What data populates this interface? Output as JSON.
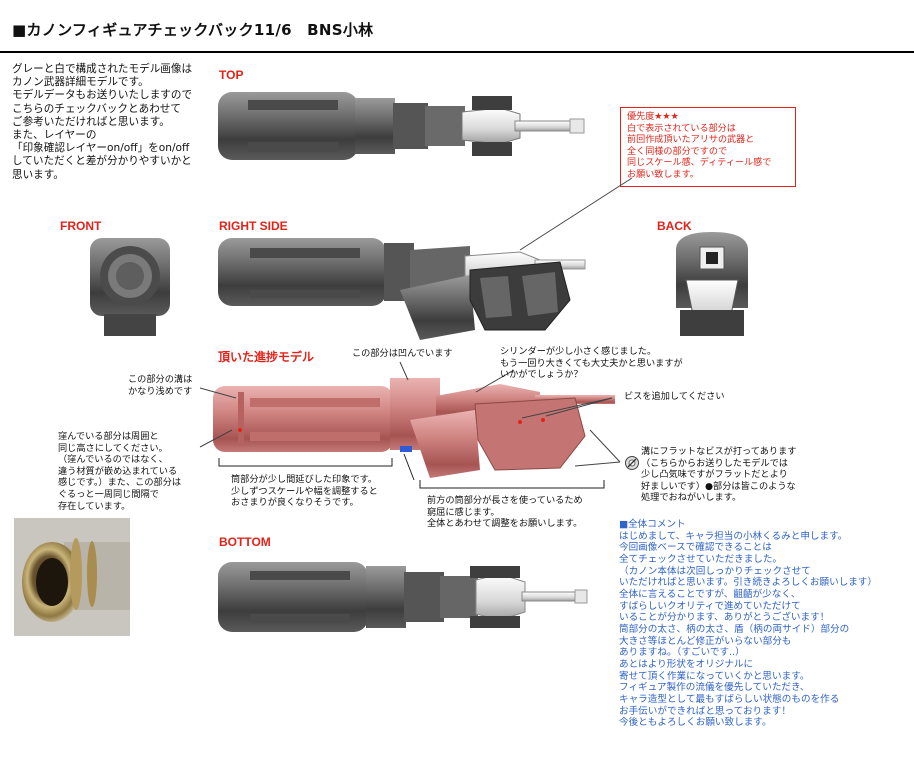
{
  "header": {
    "title": "■カノンフィギュアチェックバック11/6　BNS小林"
  },
  "intro_lines": [
    "グレーと白で構成されたモデル画像は",
    "カノン武器詳細モデルです。",
    "モデルデータもお送りいたしますので",
    "こちらのチェックバックとあわせて",
    "ご参考いただければと思います。",
    "また、レイヤーの",
    "「印象確認レイヤーon/off」をon/off",
    "していただくと差が分かりやすいかと",
    "思います。"
  ],
  "views": {
    "top": "TOP",
    "front": "FRONT",
    "right_side": "RIGHT SIDE",
    "back": "BACK",
    "progress": "頂いた進捗モデル",
    "bottom": "BOTTOM"
  },
  "priority_box": {
    "lines": [
      "優先度★★★",
      "白で表示されている部分は",
      "前回作成頂いたアリサの武器と",
      "全く同様の部分ですので",
      "同じスケール感、ディティール感で",
      "お願い致します。"
    ]
  },
  "notes": {
    "groove": [
      "この部分の溝は",
      "かなり浅めです"
    ],
    "recess": [
      "この部分は凹んでいます"
    ],
    "cylinder": [
      "シリンダーが少し小さく感じました。",
      "もう一回り大きくても大丈夫かと思いますが",
      "いかがでしょうか？"
    ],
    "screw": [
      "ビスを追加してください"
    ],
    "dent": [
      "窪んでいる部分は周囲と",
      "同じ高さにしてください。",
      "（窪んでいるのではなく、",
      "違う材質が嵌め込まれている",
      "感じです。）また、この部分は",
      "ぐるっと一周同じ間隔で",
      "存在しています。"
    ],
    "barrel": [
      "筒部分が少し間延びした印象です。",
      "少しずつスケールや幅を調整すると",
      "おさまりが良くなりそうです。"
    ],
    "front_barrel": [
      "前方の筒部分が長さを使っているため",
      "窮屈に感じます。",
      "全体とあわせて調整をお願いします。"
    ],
    "flat_screw": [
      "溝にフラットなビスが打ってあります",
      "（こちらからお送りしたモデルでは",
      "少し凸気味ですがフラットだとより",
      "好ましいです）●部分は皆このような",
      "処理でおねがいします。"
    ]
  },
  "comment_lines": [
    "■全体コメント",
    "はじめまして、キャラ担当の小林くるみと申します。",
    "今回画像ベースで確認できることは",
    "全てチェックさせていただきました。",
    "（カノン本体は次回しっかりチェックさせて",
    "いただければと思います。引き続きよろしくお願いします）",
    "全体に言えることですが、齟齬が少なく、",
    "すばらしいクオリティで進めていただけて",
    "いることが分かります、ありがとうございます！",
    "筒部分の太さ、柄の太さ、盾（柄の両サイド）部分の",
    "大きさ等ほとんど修正がいらない部分も",
    "ありますね。（すごいです..）",
    "あとはより形状をオリジナルに",
    "寄せて頂く作業になっていくかと思います。",
    "フィギュア製作の流儀を優先していただき、",
    "キャラ造型として最もすばらしい状態のものを作る",
    "お手伝いができればと思っております！",
    "今後ともよろしくお願い致します。"
  ],
  "colors": {
    "accent_red": "#e2231a",
    "comment_blue": "#2f63c9",
    "model_gray": "#5b5b5b",
    "progress_pink": "#d68a8a"
  }
}
